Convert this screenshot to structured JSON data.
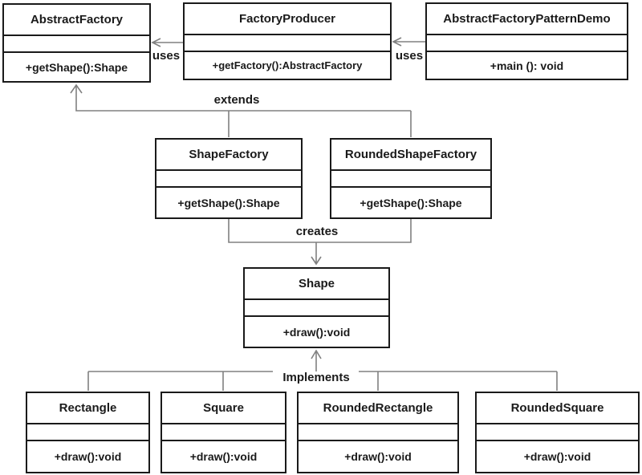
{
  "classes": {
    "abstract_factory": {
      "name": "AbstractFactory",
      "method": "+getShape():Shape"
    },
    "factory_producer": {
      "name": "FactoryProducer",
      "method": "+getFactory():AbstractFactory"
    },
    "pattern_demo": {
      "name": "AbstractFactoryPatternDemo",
      "method": "+main (): void"
    },
    "shape_factory": {
      "name": "ShapeFactory",
      "method": "+getShape():Shape"
    },
    "rounded_shape_factory": {
      "name": "RoundedShapeFactory",
      "method": "+getShape():Shape"
    },
    "shape": {
      "name": "Shape",
      "method": "+draw():void"
    },
    "rectangle": {
      "name": "Rectangle",
      "method": "+draw():void"
    },
    "square": {
      "name": "Square",
      "method": "+draw():void"
    },
    "rounded_rectangle": {
      "name": "RoundedRectangle",
      "method": "+draw():void"
    },
    "rounded_square": {
      "name": "RoundedSquare",
      "method": "+draw():void"
    }
  },
  "relationships": {
    "uses_producer_to_abstractfactory": "uses",
    "uses_demo_to_producer": "uses",
    "extends": "extends",
    "creates": "creates",
    "implements": "Implements"
  },
  "colors": {
    "background": "#ffffff",
    "box_border": "#1a1a1a",
    "text": "#1a1a1a",
    "connector": "#808080"
  }
}
